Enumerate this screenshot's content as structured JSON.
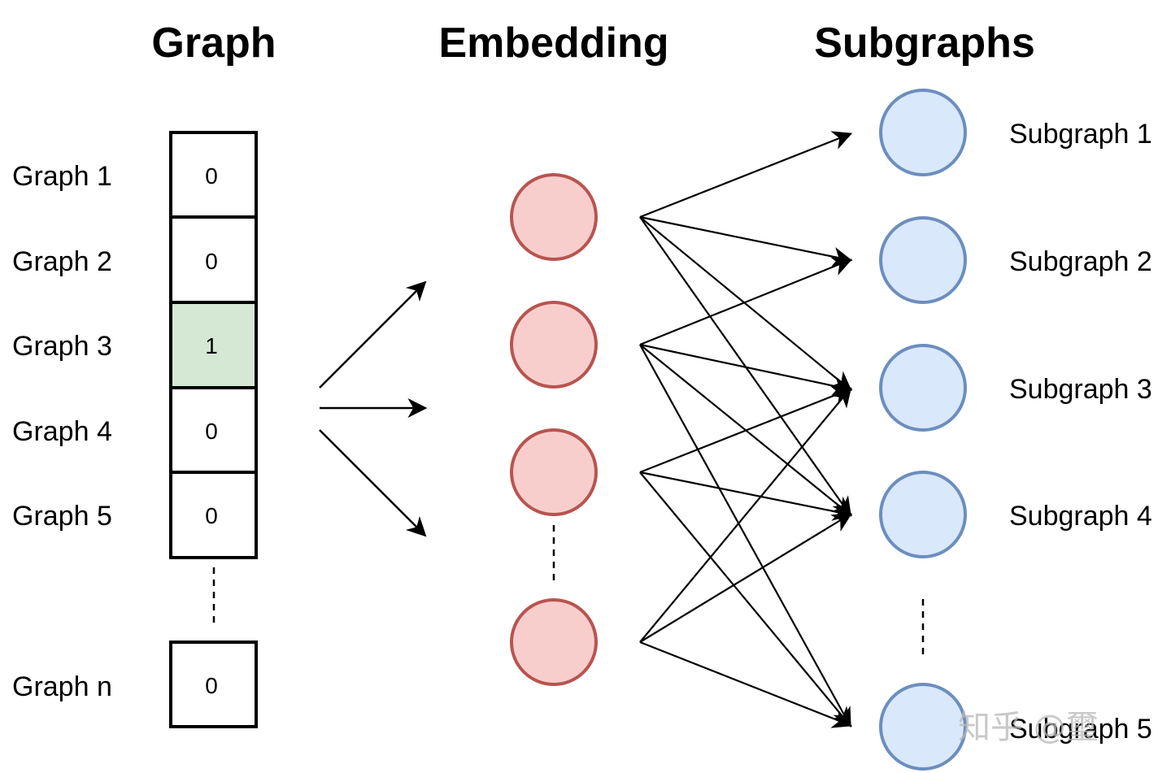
{
  "headings": {
    "graph": "Graph",
    "embedding": "Embedding",
    "subgraphs": "Subgraphs"
  },
  "graph_vector": {
    "rows": [
      {
        "label": "Graph 1",
        "value": "0",
        "active": false
      },
      {
        "label": "Graph 2",
        "value": "0",
        "active": false
      },
      {
        "label": "Graph 3",
        "value": "1",
        "active": true
      },
      {
        "label": "Graph 4",
        "value": "0",
        "active": false
      },
      {
        "label": "Graph 5",
        "value": "0",
        "active": false
      }
    ],
    "last_row": {
      "label": "Graph n",
      "value": "0",
      "active": false
    }
  },
  "embedding_nodes": [
    "embedding-node-1",
    "embedding-node-2",
    "embedding-node-3",
    "embedding-node-4"
  ],
  "subgraphs": {
    "labels": [
      "Subgraph 1",
      "Subgraph 2",
      "Subgraph 3",
      "Subgraph 4",
      "Subgraph 5"
    ]
  },
  "connections": [
    [
      0,
      0
    ],
    [
      0,
      1
    ],
    [
      0,
      2
    ],
    [
      0,
      3
    ],
    [
      1,
      1
    ],
    [
      1,
      2
    ],
    [
      1,
      3
    ],
    [
      1,
      4
    ],
    [
      2,
      2
    ],
    [
      2,
      3
    ],
    [
      2,
      4
    ],
    [
      3,
      2
    ],
    [
      3,
      3
    ],
    [
      3,
      4
    ]
  ],
  "watermark": "知乎 @璽",
  "colors": {
    "active_cell": "#d5e8d4",
    "embedding_fill": "#f8cecc",
    "embedding_stroke": "#b85450",
    "subgraph_fill": "#dae8fc",
    "subgraph_stroke": "#6c8ebf",
    "line": "#000000"
  }
}
